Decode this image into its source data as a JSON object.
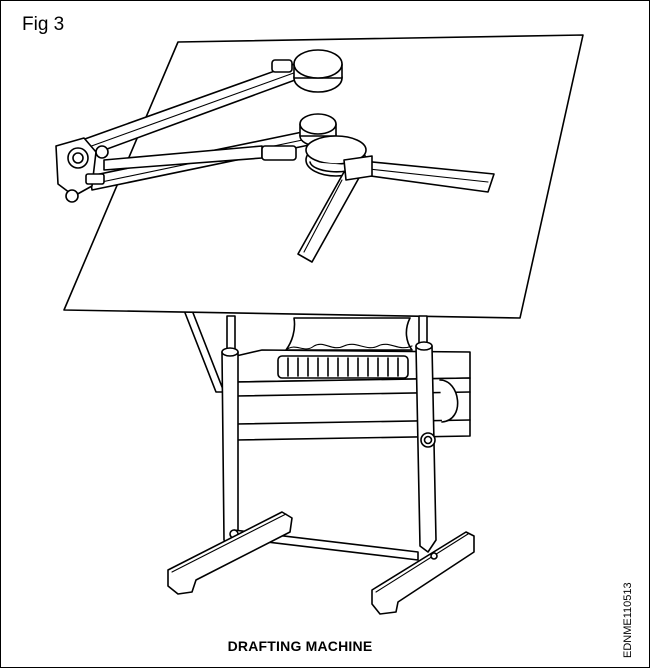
{
  "figure": {
    "label": "Fig 3",
    "caption": "DRAFTING MACHINE",
    "code": "EDNME110513"
  }
}
